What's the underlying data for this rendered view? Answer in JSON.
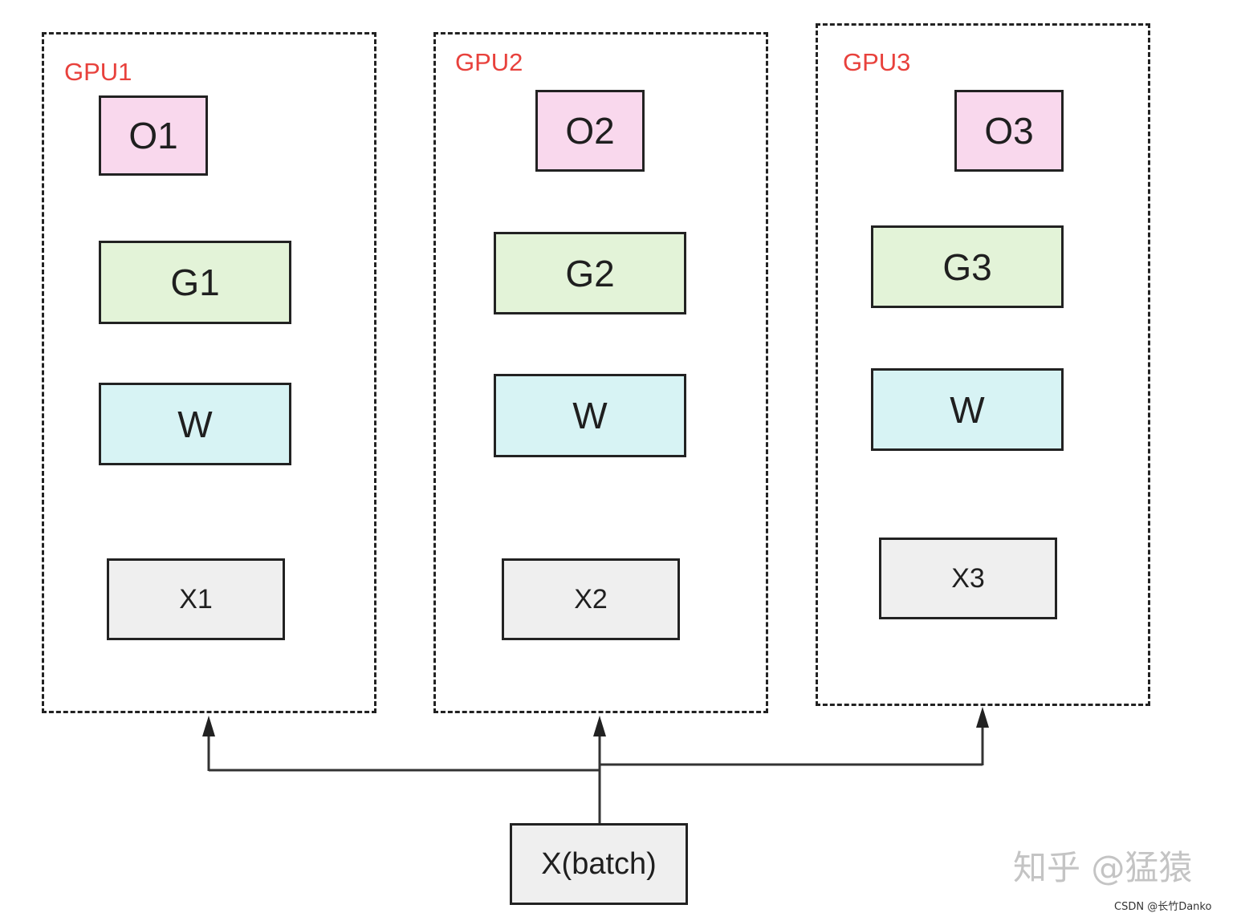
{
  "gpus": [
    {
      "label": "GPU1",
      "o": "O1",
      "g": "G1",
      "w": "W",
      "x": "X1"
    },
    {
      "label": "GPU2",
      "o": "O2",
      "g": "G2",
      "w": "W",
      "x": "X2"
    },
    {
      "label": "GPU3",
      "o": "O3",
      "g": "G3",
      "w": "W",
      "x": "X3"
    }
  ],
  "batch": "X(batch)",
  "watermark": {
    "zhihu": "知乎 @猛猿",
    "csdn": "CSDN @长竹Danko"
  },
  "colors": {
    "gpu_label": "#e8413c",
    "o_fill": "#f9d8ed",
    "g_fill": "#e3f3d8",
    "w_fill": "#d7f3f4",
    "x_fill": "#efefef",
    "stroke": "#222222"
  }
}
